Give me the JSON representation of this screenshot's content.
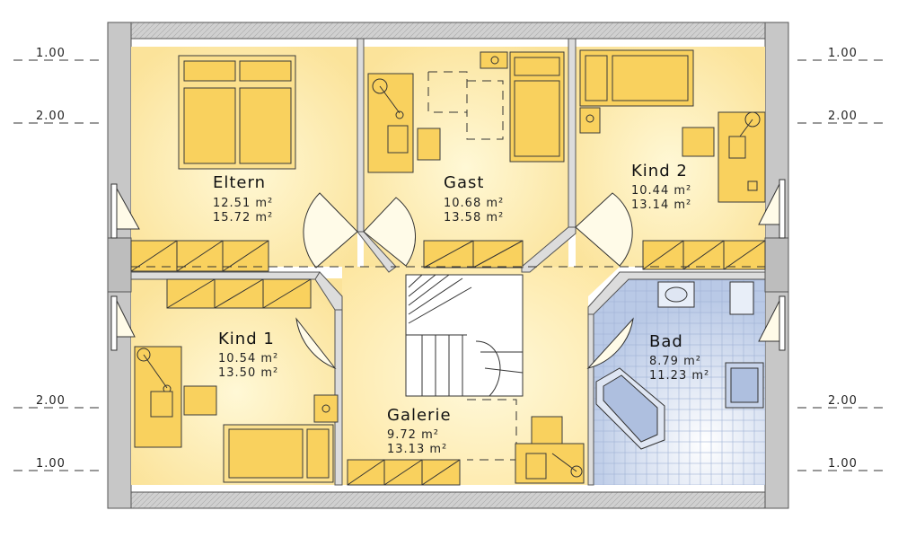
{
  "rooms": [
    {
      "name": "Eltern",
      "area_net": "12.51 m²",
      "area_gross": "15.72 m²"
    },
    {
      "name": "Gast",
      "area_net": "10.68 m²",
      "area_gross": "13.58 m²"
    },
    {
      "name": "Kind 2",
      "area_net": "10.44 m²",
      "area_gross": "13.14 m²"
    },
    {
      "name": "Kind 1",
      "area_net": "10.54 m²",
      "area_gross": "13.50 m²"
    },
    {
      "name": "Galerie",
      "area_net": "9.72 m²",
      "area_gross": "13.13 m²"
    },
    {
      "name": "Bad",
      "area_net": "8.79 m²",
      "area_gross": "11.23 m²"
    }
  ],
  "height_marks": {
    "h100": "1.00",
    "h200": "2.00"
  },
  "colors": {
    "floor": "#fde9a6",
    "floor_light": "#fff6cf",
    "wall": "#c7c7c7",
    "furniture": "#f9d15e",
    "tile": "#c9d6ec"
  }
}
